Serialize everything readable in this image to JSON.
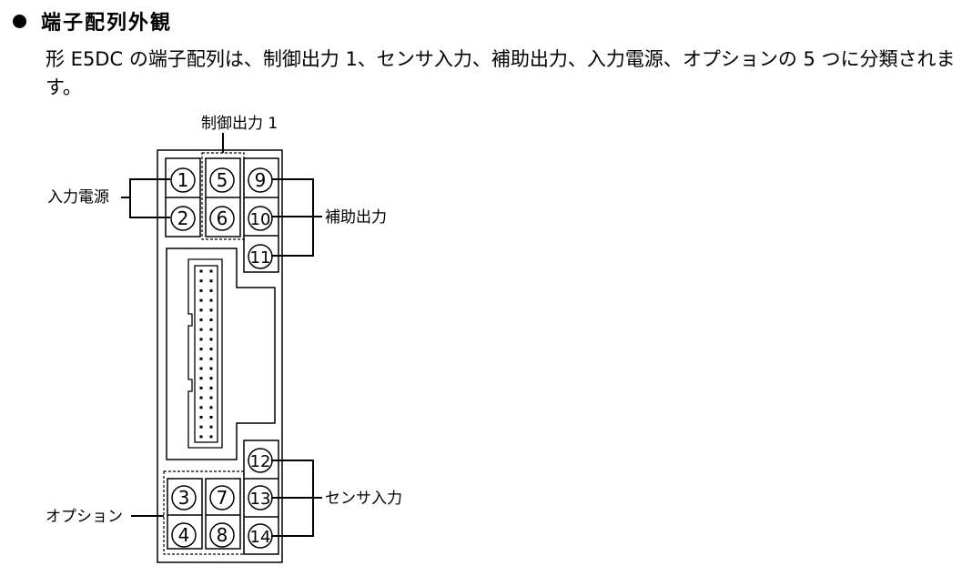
{
  "section": {
    "heading": "端子配列外観",
    "body": "形 E5DC の端子配列は、制御出力 1、センサ入力、補助出力、入力電源、オプションの 5 つに分類されます。"
  },
  "diagram": {
    "labels": {
      "control_output": "制御出力 1",
      "input_power": "入力電源",
      "aux_output": "補助出力",
      "sensor_input": "センサ入力",
      "option": "オプション"
    },
    "terminals": [
      "1",
      "2",
      "3",
      "4",
      "5",
      "6",
      "7",
      "8",
      "9",
      "10",
      "11",
      "12",
      "13",
      "14"
    ]
  }
}
